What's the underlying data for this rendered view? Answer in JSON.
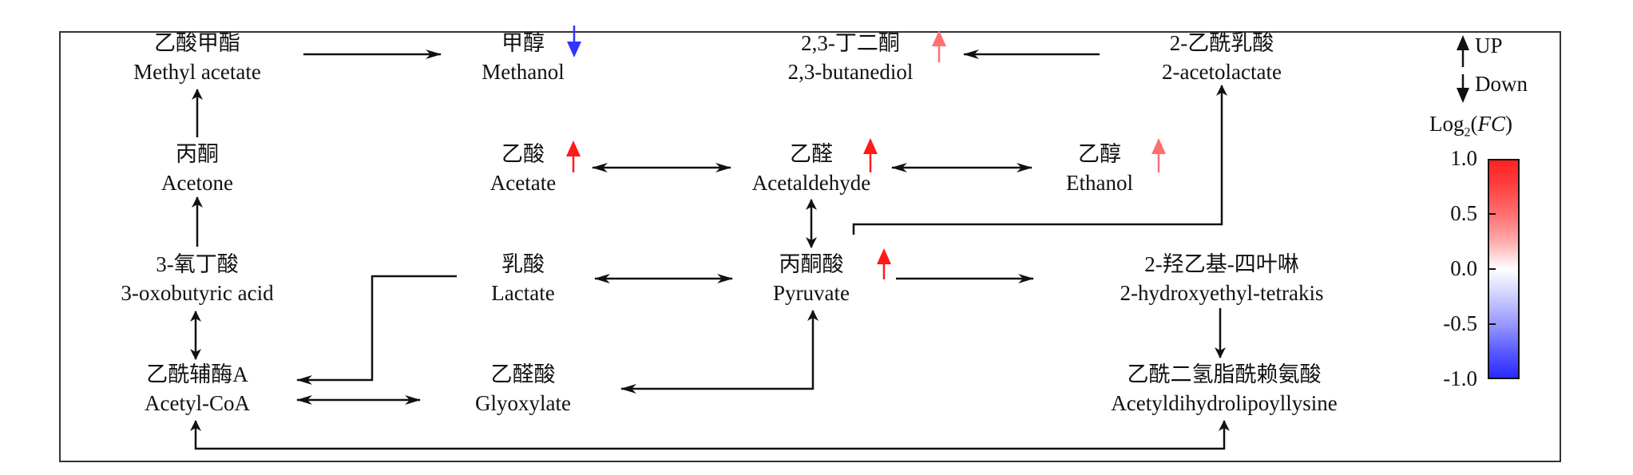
{
  "nodes": {
    "methyl_acetate": {
      "zh": "乙酸甲酯",
      "en": "Methyl acetate"
    },
    "methanol": {
      "zh": "甲醇",
      "en": "Methanol",
      "regulation": "down",
      "log2fc": -0.9
    },
    "butanediol": {
      "zh": "2,3-丁二酮",
      "en": "2,3-butanediol",
      "regulation": "up",
      "log2fc": 0.6
    },
    "acetolactate": {
      "zh": "2-乙酰乳酸",
      "en": "2-acetolactate"
    },
    "acetone": {
      "zh": "丙酮",
      "en": "Acetone"
    },
    "acetate": {
      "zh": "乙酸",
      "en": "Acetate",
      "regulation": "up",
      "log2fc": 0.95
    },
    "acetaldehyde": {
      "zh": "乙醛",
      "en": "Acetaldehyde",
      "regulation": "up",
      "log2fc": 0.95
    },
    "ethanol": {
      "zh": "乙醇",
      "en": "Ethanol",
      "regulation": "up",
      "log2fc": 0.6
    },
    "oxobutyric": {
      "zh": "3-氧丁酸",
      "en": "3-oxobutyric acid"
    },
    "lactate": {
      "zh": "乳酸",
      "en": "Lactate"
    },
    "pyruvate": {
      "zh": "丙酮酸",
      "en": "Pyruvate",
      "regulation": "up",
      "log2fc": 0.95
    },
    "hydroxyethyl": {
      "zh": "2-羟乙基-四叶啉",
      "en": "2-hydroxyethyl-tetrakis"
    },
    "acetyl_coa": {
      "zh": "乙酰辅酶A",
      "en": "Acetyl-CoA"
    },
    "glyoxylate": {
      "zh": "乙醛酸",
      "en": "Glyoxylate"
    },
    "acetyldihydro": {
      "zh": "乙酰二氢脂酰赖氨酸",
      "en": "Acetyldihydrolipoyllysine"
    }
  },
  "legend": {
    "up_label": "UP",
    "down_label": "Down",
    "colorbar_title_main": "Log",
    "colorbar_title_sub": "2",
    "colorbar_title_open": "(",
    "colorbar_title_var": "FC",
    "colorbar_title_close": ")",
    "ticks": [
      "1.0",
      "0.5",
      "0.0",
      "-0.5",
      "-1.0"
    ],
    "range": [
      -1.0,
      1.0
    ]
  },
  "colors": {
    "up_strong": "#ff1a1a",
    "up_light": "#ff7070",
    "down": "#3333ff",
    "line": "#111111"
  },
  "edges": [
    {
      "from": "methyl_acetate",
      "to": "methanol",
      "type": "forward"
    },
    {
      "from": "acetolactate",
      "to": "butanediol",
      "type": "forward"
    },
    {
      "from": "acetone",
      "to": "methyl_acetate",
      "type": "forward"
    },
    {
      "from": "oxobutyric",
      "to": "acetone",
      "type": "forward"
    },
    {
      "from": "acetate",
      "to": "acetaldehyde",
      "type": "bidirectional"
    },
    {
      "from": "acetaldehyde",
      "to": "ethanol",
      "type": "bidirectional"
    },
    {
      "from": "acetaldehyde",
      "to": "pyruvate",
      "type": "bidirectional"
    },
    {
      "from": "pyruvate",
      "to": "acetolactate",
      "type": "forward"
    },
    {
      "from": "lactate",
      "to": "pyruvate",
      "type": "bidirectional"
    },
    {
      "from": "pyruvate",
      "to": "hydroxyethyl",
      "type": "forward"
    },
    {
      "from": "oxobutyric",
      "to": "acetyl_coa",
      "type": "bidirectional"
    },
    {
      "from": "lactate",
      "to": "acetyl_coa",
      "type": "forward"
    },
    {
      "from": "acetyl_coa",
      "to": "glyoxylate",
      "type": "bidirectional"
    },
    {
      "from": "pyruvate",
      "to": "glyoxylate",
      "type": "forward"
    },
    {
      "from": "hydroxyethyl",
      "to": "acetyldihydro",
      "type": "forward"
    },
    {
      "from": "acetyldihydro",
      "to": "acetyl_coa",
      "type": "bidirectional"
    }
  ]
}
